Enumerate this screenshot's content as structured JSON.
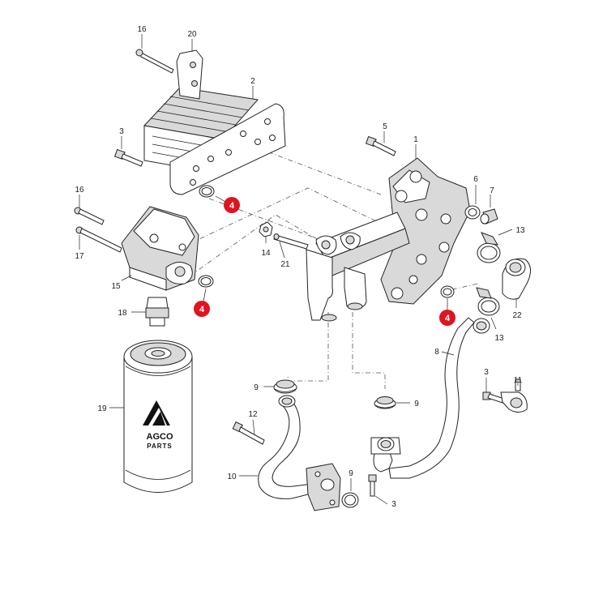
{
  "callouts": {
    "c1": "1",
    "c2": "2",
    "c3a": "3",
    "c3b": "3",
    "c3c": "3",
    "c4a": "4",
    "c4b": "4",
    "c4c": "4",
    "c5": "5",
    "c6": "6",
    "c7": "7",
    "c8": "8",
    "c9a": "9",
    "c9b": "9",
    "c9c": "9",
    "c10": "10",
    "c11": "11",
    "c12": "12",
    "c13a": "13",
    "c13b": "13",
    "c14": "14",
    "c15": "15",
    "c16a": "16",
    "c16b": "16",
    "c17": "17",
    "c18": "18",
    "c19": "19",
    "c20": "20",
    "c21": "21",
    "c22": "22"
  },
  "logo": {
    "line1": "AGCO",
    "line2": "PARTS"
  },
  "colors": {
    "badge": "#e0141e",
    "ink": "#222222",
    "shade": "#d9d9d9"
  }
}
